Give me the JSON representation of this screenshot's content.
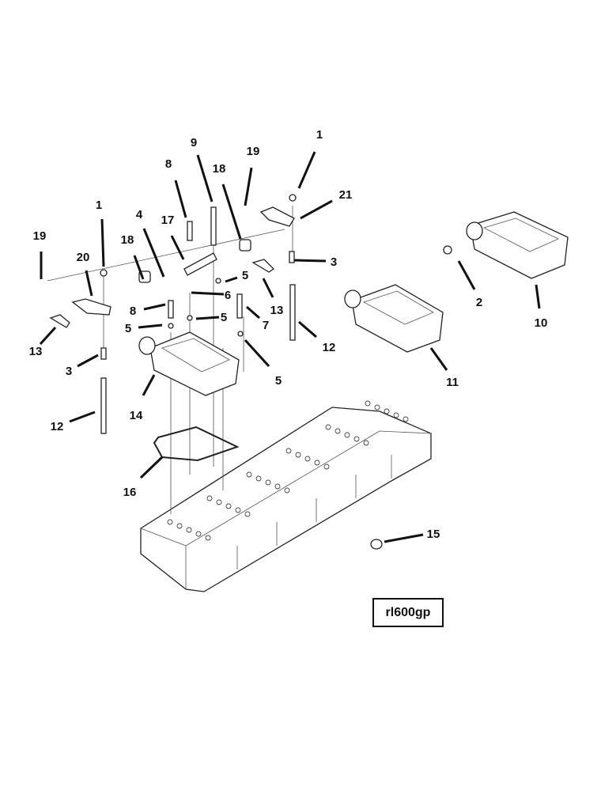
{
  "diagram": {
    "reference_code": "rl600gp",
    "callouts": [
      "1",
      "19",
      "21",
      "9",
      "8",
      "18",
      "1",
      "4",
      "17",
      "19",
      "18",
      "20",
      "5",
      "3",
      "6",
      "13",
      "8",
      "5",
      "7",
      "5",
      "13",
      "12",
      "3",
      "5",
      "14",
      "12",
      "16",
      "2",
      "10",
      "11",
      "15"
    ]
  }
}
